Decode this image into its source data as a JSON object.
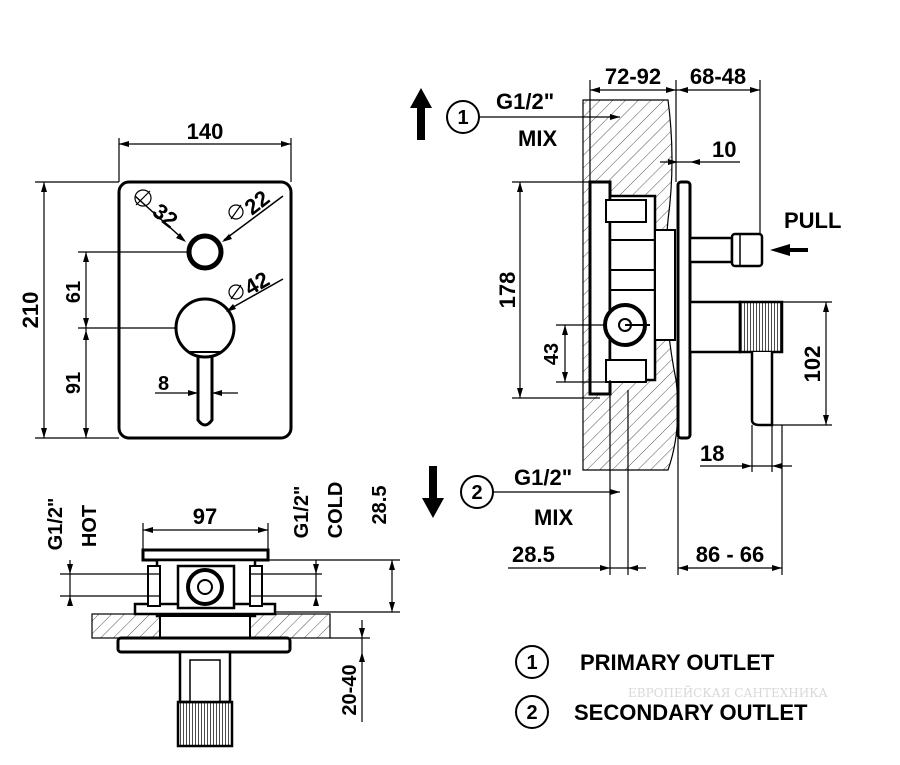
{
  "front_view": {
    "width": "140",
    "height": "210",
    "upper_dim": "61",
    "lower_dim": "91",
    "dia_32": "32",
    "dia_22": "22",
    "dia_42": "42",
    "lever_width": "8"
  },
  "side_view": {
    "dim_72_92": "72-92",
    "dim_68_48": "68-48",
    "dim_10": "10",
    "dim_178": "178",
    "dim_43": "43",
    "dim_102": "102",
    "dim_18": "18",
    "dim_28_5": "28.5",
    "dim_86_66": "86 - 66",
    "pull_label": "PULL",
    "outlet1_thread": "G1/2\"",
    "outlet1_mix": "MIX",
    "outlet1_num": "1",
    "outlet2_thread": "G1/2\"",
    "outlet2_mix": "MIX",
    "outlet2_num": "2"
  },
  "top_view": {
    "width": "97",
    "hot_thread": "G1/2\"",
    "hot_label": "HOT",
    "cold_thread": "G1/2\"",
    "cold_label": "COLD",
    "dim_28_5": "28.5",
    "dim_20_40": "20-40"
  },
  "legend": [
    {
      "num": "1",
      "label": "PRIMARY OUTLET"
    },
    {
      "num": "2",
      "label": "SECONDARY OUTLET"
    }
  ],
  "watermark": "ЕВРОПЕЙСКАЯ САНТЕХНИКА"
}
